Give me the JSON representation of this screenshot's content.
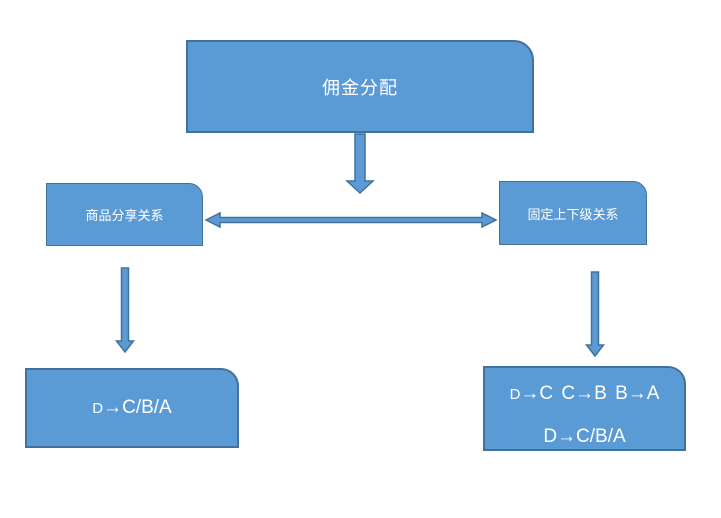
{
  "diagram": {
    "type": "flowchart",
    "colors": {
      "node_fill": "#5b9bd5",
      "node_border": "#41719c",
      "arrow_fill": "#5b9bd5",
      "arrow_border": "#41719c",
      "text": "#ffffff",
      "background": "#ffffff"
    },
    "nodes": {
      "root": {
        "label": "佣金分配"
      },
      "share_relation": {
        "label": "商品分享关系"
      },
      "fixed_relation": {
        "label": "固定上下级关系"
      },
      "share_result": {
        "lead": "D",
        "rest": "→C/B/A"
      },
      "fixed_result": {
        "line1_lead": "D",
        "line1_rest": "→C C→B B→A",
        "line2": "D→C/B/A"
      }
    },
    "arrows": {
      "root_down": "root-to-branches-down-arrow",
      "horizontal_double": "share-fixed-bidirectional-arrow",
      "share_down": "share-to-result-down-arrow",
      "fixed_down": "fixed-to-result-down-arrow"
    }
  }
}
